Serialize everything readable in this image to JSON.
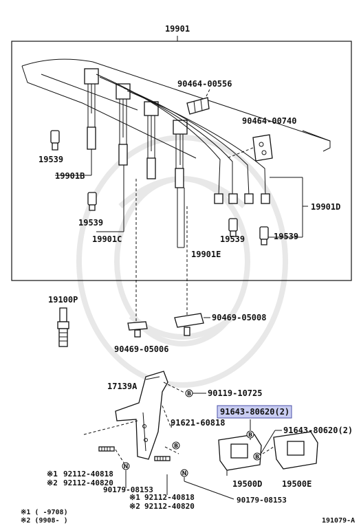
{
  "labels": {
    "assembly": "19901",
    "clip_upper": "90464-00556",
    "clip_right": "90464-00740",
    "cap_left_upper": "19539",
    "cord_b": "19901B",
    "cap_left_lower": "19539",
    "cord_c": "19901C",
    "cap_mid": "19539",
    "cap_right": "19539",
    "cord_e": "19901E",
    "cord_d": "19901D",
    "spark_plug": "19100P",
    "clamp_right": "90469-05008",
    "clamp_left": "90469-05006",
    "bracket": "17139A",
    "bolt_top": "90119-10725",
    "bolt_mid": "91621-60818",
    "bolt_highlight": "91643-80620(2)",
    "bolt_right": "91643-80620(2)",
    "stud_left_1": "92112-40818",
    "stud_left_2": "92112-40820",
    "nut_left": "90179-08153",
    "stud_mid_1": "92112-40818",
    "stud_mid_2": "92112-40820",
    "nut_bottom": "90179-08153",
    "coil_left": "19500D",
    "coil_right": "19500E",
    "footnote_1": "※1 (     -9708)",
    "footnote_2": "※2 (9908-      )",
    "mark_1": "※1",
    "mark_2": "※2",
    "diagram_id": "191079-A"
  },
  "symbols": {
    "bolt": "B",
    "nut": "N"
  },
  "colors": {
    "highlight_fill": "#c9cdf2",
    "highlight_border": "#4a50a8",
    "line": "#111111"
  }
}
